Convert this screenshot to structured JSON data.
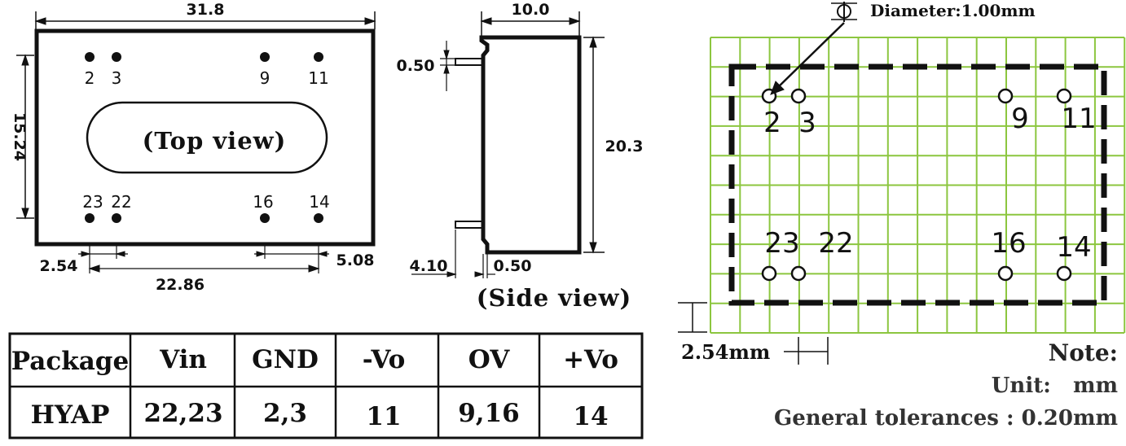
{
  "top_view": {
    "label": "(Top view)",
    "dim_width": "31.8",
    "dim_height": "15.24",
    "dim_pitch": "2.54",
    "dim_span": "22.86",
    "dim_edge": "5.08",
    "pins_top": [
      "2",
      "3",
      "9",
      "11"
    ],
    "pins_bottom": [
      "23",
      "22",
      "16",
      "14"
    ]
  },
  "side_view": {
    "label": "(Side view)",
    "dim_depth": "10.0",
    "dim_height": "20.3",
    "dim_pin_thickness": "0.50",
    "dim_pin_length": "4.10",
    "dim_step": "0.50"
  },
  "footprint": {
    "diameter_label": "Diameter:1.00mm",
    "grid_label": "2.54mm",
    "pins_top": [
      "2",
      "3",
      "9",
      "11"
    ],
    "pins_bottom": [
      "23",
      "22",
      "16",
      "14"
    ],
    "grid_color": "#8cc63f"
  },
  "notes": {
    "title": "Note:",
    "unit": "Unit:   mm",
    "tolerance": "General tolerances :  0.20mm"
  },
  "pin_table": {
    "headers": [
      "Package",
      "Vin",
      "GND",
      "-Vo",
      "OV",
      "+Vo"
    ],
    "rows": [
      [
        "HYAP",
        "22,23",
        "2,3",
        "11",
        "9,16",
        "14"
      ]
    ]
  }
}
